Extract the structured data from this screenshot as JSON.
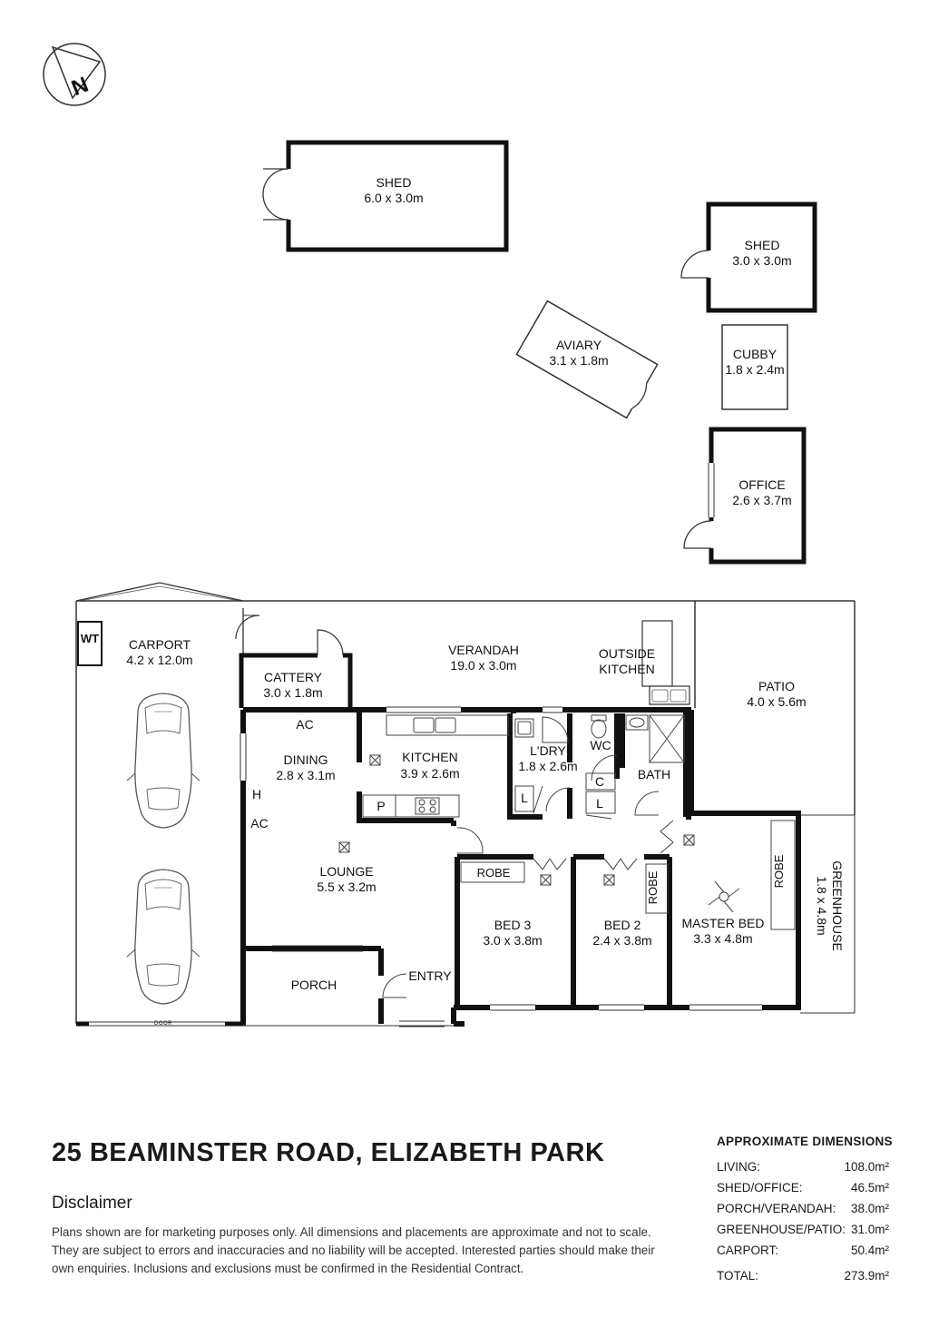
{
  "compass": {
    "letter": "N"
  },
  "rooms": {
    "shed_large": {
      "name": "SHED",
      "size": "6.0 x 3.0m"
    },
    "shed_small": {
      "name": "SHED",
      "size": "3.0 x 3.0m"
    },
    "aviary": {
      "name": "AVIARY",
      "size": "3.1 x 1.8m"
    },
    "cubby": {
      "name": "CUBBY",
      "size": "1.8 x 2.4m"
    },
    "office": {
      "name": "OFFICE",
      "size": "2.6 x 3.7m"
    },
    "carport": {
      "name": "CARPORT",
      "size": "4.2 x 12.0m"
    },
    "wt": {
      "name": "WT"
    },
    "carport_door": {
      "name": "DOOR"
    },
    "verandah": {
      "name": "VERANDAH",
      "size": "19.0 x 3.0m"
    },
    "outside_kitchen": {
      "line1": "OUTSIDE",
      "line2": "KITCHEN"
    },
    "patio": {
      "name": "PATIO",
      "size": "4.0 x 5.6m"
    },
    "cattery": {
      "name": "CATTERY",
      "size": "3.0 x 1.8m"
    },
    "dining": {
      "name": "DINING",
      "size": "2.8 x 3.1m"
    },
    "kitchen": {
      "name": "KITCHEN",
      "size": "3.9 x 2.6m"
    },
    "laundry": {
      "name": "L'DRY",
      "size": "1.8 x 2.6m"
    },
    "wc": {
      "name": "WC"
    },
    "bath": {
      "name": "BATH"
    },
    "lounge": {
      "name": "LOUNGE",
      "size": "5.5 x 3.2m"
    },
    "bed3": {
      "name": "BED 3",
      "size": "3.0 x 3.8m"
    },
    "bed2": {
      "name": "BED 2",
      "size": "2.4 x 3.8m"
    },
    "master": {
      "name": "MASTER BED",
      "size": "3.3 x 4.8m"
    },
    "greenhouse": {
      "name": "GREENHOUSE",
      "size": "1.8 x 4.8m"
    },
    "porch": {
      "name": "PORCH"
    },
    "entry": {
      "name": "ENTRY"
    }
  },
  "fixtures": {
    "ac_top": "AC",
    "ac_left": "AC",
    "heater": "H",
    "pantry": "P",
    "linen_laundry": "L",
    "linen_hall": "L",
    "cupboard": "C",
    "robe_bed3": "ROBE",
    "robe_bed2": "ROBE",
    "robe_master": "ROBE"
  },
  "footer": {
    "address": "25 BEAMINSTER ROAD, ELIZABETH PARK",
    "disclaimer_title": "Disclaimer",
    "disclaimer_text": "Plans shown are for marketing purposes only. All dimensions and placements are approximate and not to scale. They are subject to errors and inaccuracies and no liability will be accepted. Interested parties should make their own enquiries. Inclusions and exclusions must be confirmed in the Residential Contract."
  },
  "dimensions": {
    "title": "APPROXIMATE DIMENSIONS",
    "rows": [
      {
        "label": "LIVING:",
        "value": "108.0m²"
      },
      {
        "label": "SHED/OFFICE:",
        "value": "46.5m²"
      },
      {
        "label": "PORCH/VERANDAH:",
        "value": "38.0m²"
      },
      {
        "label": "GREENHOUSE/PATIO:",
        "value": "31.0m²"
      },
      {
        "label": "CARPORT:",
        "value": "50.4m²"
      }
    ],
    "total": {
      "label": "TOTAL:",
      "value": "273.9m²"
    }
  }
}
